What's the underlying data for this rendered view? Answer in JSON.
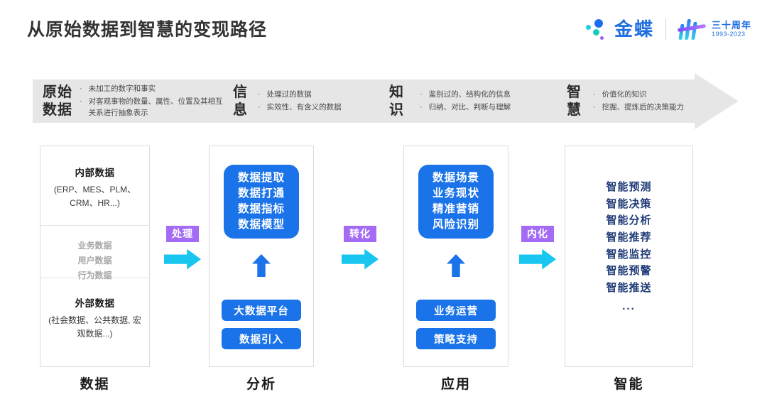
{
  "header": {
    "title": "从原始数据到智慧的变现路径",
    "brand": {
      "name": "金蝶",
      "anniversary_cn": "三十周年",
      "anniversary_years": "1993-2023"
    }
  },
  "banner": {
    "stages": [
      {
        "name": "原始\n数据",
        "bullets": [
          "未加工的数字和事实",
          "对客观事物的数量、属性、位置及其相互关系进行抽象表示"
        ]
      },
      {
        "name": "信\n息",
        "bullets": [
          "处理过的数据",
          "实效性、有含义的数据"
        ]
      },
      {
        "name": "知\n识",
        "bullets": [
          "鉴别过的、结构化的信息",
          "归纳、对比、判断与理解"
        ]
      },
      {
        "name": "智\n慧",
        "bullets": [
          "价值化的知识",
          "挖掘、提炼后的决策能力"
        ]
      }
    ]
  },
  "columns": {
    "data": {
      "bottom_label": "数据",
      "internal_title": "内部数据",
      "internal_sub": "(ERP、MES、PLM、CRM、HR...)",
      "middle_lines": [
        "业务数据",
        "用户数据",
        "行为数据"
      ],
      "external_title": "外部数据",
      "external_sub": "(社会数据、公共数据, 宏观数据...)"
    },
    "analysis": {
      "bottom_label": "分析",
      "box_lines": [
        "数据提取",
        "数据打通",
        "数据指标",
        "数据模型"
      ],
      "pills": [
        "大数据平台",
        "数据引入"
      ]
    },
    "application": {
      "bottom_label": "应用",
      "box_lines": [
        "数据场景",
        "业务现状",
        "精准营销",
        "风险识别"
      ],
      "pills": [
        "业务运营",
        "策略支持"
      ]
    },
    "intelligence": {
      "bottom_label": "智能",
      "items": [
        "智能预测",
        "智能决策",
        "智能分析",
        "智能推荐",
        "智能监控",
        "智能预警",
        "智能推送"
      ],
      "ellipsis": "..."
    }
  },
  "connectors": [
    {
      "label": "处理"
    },
    {
      "label": "转化"
    },
    {
      "label": "内化"
    }
  ],
  "colors": {
    "primary_blue": "#1a73e8",
    "badge_purple": "#a46bf5",
    "arrow_cyan": "#18c6f0",
    "banner_gray": "#e6e6e6",
    "intel_navy": "#1f3b78"
  }
}
